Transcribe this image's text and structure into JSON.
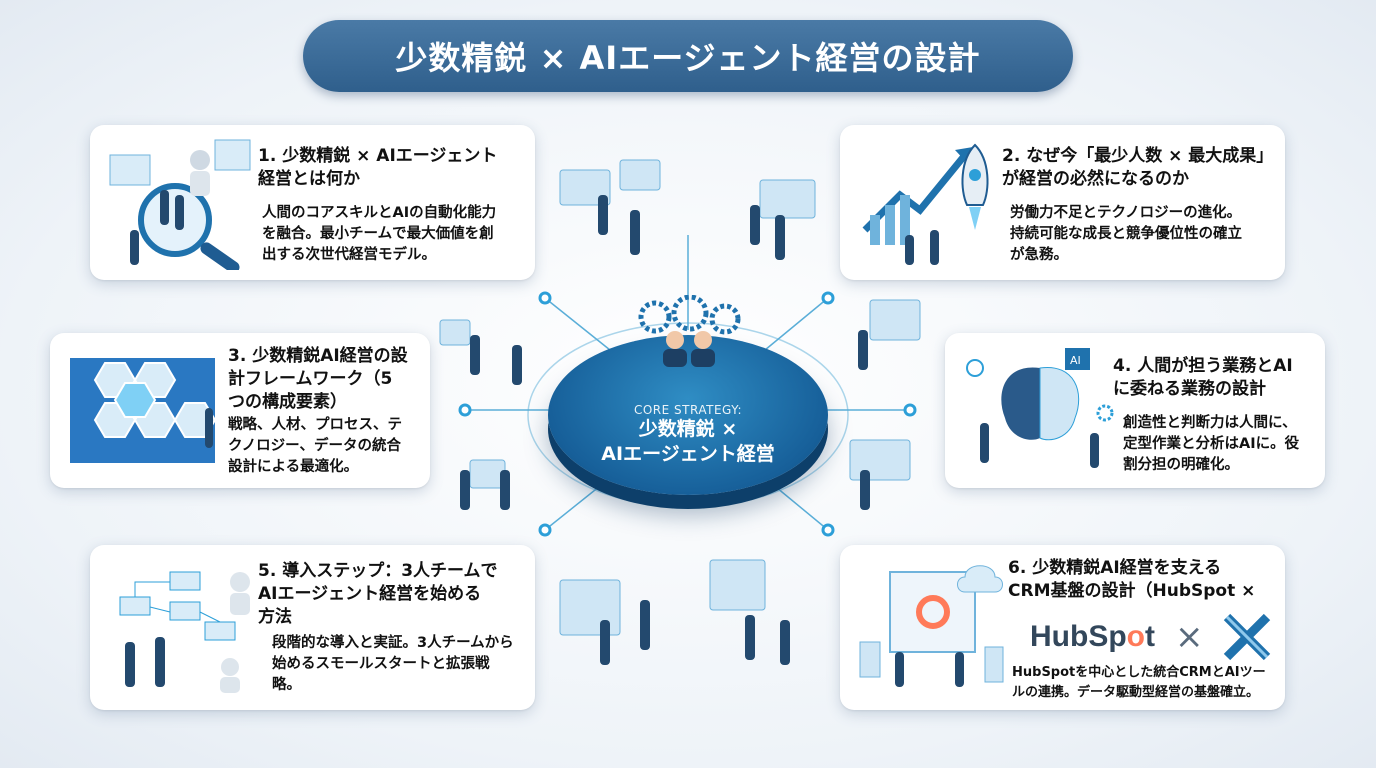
{
  "title": "少数精鋭 × AIエージェント経営の設計",
  "core": {
    "label": "CORE STRATEGY:",
    "line1": "少数精鋭 ×",
    "line2": "AIエージェント経営"
  },
  "cards": [
    {
      "title": "1. 少数精鋭 × AIエージェント\n    経営とは何か",
      "body": "人間のコアスキルとAIの自動化能力\nを融合。最小チームで最大価値を創\n出する次世代経営モデル。"
    },
    {
      "title": "2. なぜ今「最少人数 × 最大成果」\n    が経営の必然になるのか",
      "body": "労働力不足とテクノロジーの進化。\n持続可能な成長と競争優位性の確立\nが急務。"
    },
    {
      "title": "3. 少数精鋭AI経営の設\n    計フレームワーク（5\n    つの構成要素）",
      "body": "戦略、人材、プロセス、テ\nクノロジー、データの統合\n設計による最適化。"
    },
    {
      "title": "4. 人間が担う業務とAI\n    に委ねる業務の設計",
      "body": "創造性と判断力は人間に、\n定型作業と分析はAIに。役\n割分担の明確化。"
    },
    {
      "title": "5. 導入ステップ：3人チームで\n    AIエージェント経営を始める\n    方法",
      "body": "段階的な導入と実証。3人チームから\n始めるスモールスタートと拡張戦\n略。"
    },
    {
      "title": "6. 少数精鋭AI経営を支える\n    CRM基盤の設計（HubSpot ×",
      "body": "HubSpotを中心とした統合CRMとAIツー\nルの連携。データ駆動型経営の基盤確立。"
    }
  ],
  "logos": {
    "hubspot_a": "HubSp",
    "hubspot_o": "o",
    "hubspot_b": "t",
    "times": "×"
  },
  "colors": {
    "title_bg": "#3a6a96",
    "core": "#1f72ad",
    "accent": "#2d9fd8",
    "hubspot_orange": "#ff7a59"
  }
}
